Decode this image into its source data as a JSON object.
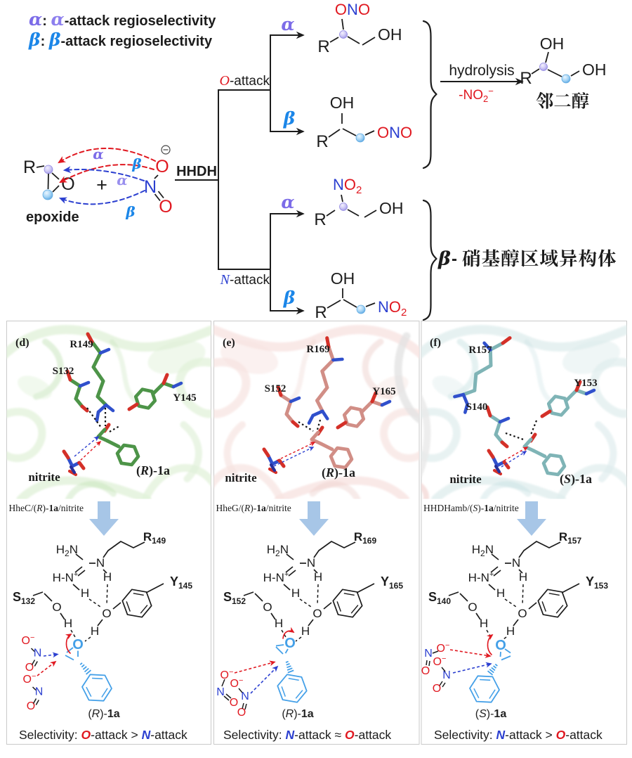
{
  "colors": {
    "red": "#e01820",
    "blue": "#2b3fd0",
    "sky": "#1b86e8",
    "purple": "#7c6ce8",
    "lavender": "#998fee",
    "black": "#1c1c1c",
    "epoxide_blue": "#44a0e8",
    "down_arrow": "#a7c6e7",
    "panel_green": "#4d9448",
    "panel_salmon": "#d18e86",
    "panel_teal": "#7fb4b6"
  },
  "legend": {
    "alpha_sym": "α",
    "alpha_colon": ": ",
    "alpha_sym2": "α",
    "alpha_text": "-attack regioselectivity",
    "beta_sym": "β",
    "beta_colon": ": ",
    "beta_sym2": "β",
    "beta_text": "-attack regioselectivity"
  },
  "scheme": {
    "substrate": {
      "R": "R",
      "O": "O",
      "label": "epoxide",
      "plus": "+"
    },
    "nitrite_ion": {
      "O1": "O",
      "N": "N",
      "O2": "O",
      "minus": "−"
    },
    "attack_arrows": {
      "alpha_red": "α",
      "beta_red": "β",
      "alpha_blue": "α",
      "beta_blue": "β"
    },
    "enzyme": "HHDH",
    "o_attack": {
      "sym": "O",
      "text": "-attack"
    },
    "n_attack": {
      "sym": "N",
      "text": "-attack"
    },
    "branches": {
      "o_alpha": "α",
      "o_beta": "β",
      "n_alpha": "α",
      "n_beta": "β"
    },
    "p1": {
      "O1": "O",
      "N": "N",
      "O2": "O",
      "R": "R",
      "OH": "OH"
    },
    "p2": {
      "OH": "OH",
      "R": "R",
      "O1": "O",
      "N": "N",
      "O2": "O"
    },
    "p3": {
      "N": "N",
      "O": "O",
      "sub": "2",
      "R": "R",
      "OH": "OH"
    },
    "p4": {
      "OH": "OH",
      "R": "R",
      "N": "N",
      "O": "O",
      "sub": "2"
    },
    "hydrolysis": {
      "label": "hydrolysis",
      "minus_no2_a": "-NO",
      "minus_no2_sub": "2",
      "minus_no2_sup": "−"
    },
    "diol": {
      "R": "R",
      "OH1": "OH",
      "OH2": "OH",
      "name": "邻二醇"
    },
    "nitro_label": {
      "beta": "β",
      "dash": "-",
      "name": "硝基醇区域异构体"
    }
  },
  "atoms": {
    "O": "O",
    "N": "N",
    "H": "H",
    "Ominus_O": "O",
    "Ominus_sup": "−"
  },
  "panels": [
    {
      "tag": "(d)",
      "arg": "R149",
      "ser": "S132",
      "tyr": "Y145",
      "nitrite": "nitrite",
      "ligand": {
        "open": "(",
        "stereo": "R",
        "close": ")-",
        "name": "1a"
      },
      "caption": {
        "pre": "HheC/(",
        "stereo": "R",
        "mid": ")-",
        "comp": "1a",
        "post": "/nitrite"
      },
      "mech": {
        "arg_l": "R",
        "arg_n": "149",
        "ser_l": "S",
        "ser_n": "132",
        "tyr_l": "Y",
        "tyr_n": "145",
        "h2n_h": "H",
        "h2n_sub": "2",
        "h2n_n": "N",
        "n": "N",
        "h": "H",
        "hn_a": "H-N",
        "hn_sup": "+",
        "o": "O",
        "oe": "O"
      },
      "mech_ligand": {
        "open": "(",
        "stereo": "R",
        "close": ")-",
        "name": "1a"
      },
      "selectivity": {
        "label": "Selectivity: ",
        "s1": "O",
        "t1": "-attack",
        "cmp": " > ",
        "s2": "N",
        "t2": "-attack",
        "s1_color": "#e01820",
        "s2_color": "#2b3fd0"
      }
    },
    {
      "tag": "(e)",
      "arg": "R169",
      "ser": "S152",
      "tyr": "Y165",
      "nitrite": "nitrite",
      "ligand": {
        "open": "(",
        "stereo": "R",
        "close": ")-",
        "name": "1a"
      },
      "caption": {
        "pre": "HheG/(",
        "stereo": "R",
        "mid": ")-",
        "comp": "1a",
        "post": "/nitrite"
      },
      "mech": {
        "arg_l": "R",
        "arg_n": "169",
        "ser_l": "S",
        "ser_n": "152",
        "tyr_l": "Y",
        "tyr_n": "165",
        "h2n_h": "H",
        "h2n_sub": "2",
        "h2n_n": "N",
        "n": "N",
        "h": "H",
        "hn_a": "H-N",
        "hn_sup": "+",
        "o": "O",
        "oe": "O"
      },
      "mech_ligand": {
        "open": "(",
        "stereo": "R",
        "close": ")-",
        "name": "1a"
      },
      "selectivity": {
        "label": "Selectivity:  ",
        "s1": "N",
        "t1": "-attack",
        "cmp": " ≈ ",
        "s2": "O",
        "t2": "-attack",
        "s1_color": "#2b3fd0",
        "s2_color": "#e01820"
      }
    },
    {
      "tag": "(f)",
      "arg": "R157",
      "ser": "S140",
      "tyr": "Y153",
      "nitrite": "nitrite",
      "ligand": {
        "open": "(",
        "stereo": "S",
        "close": ")-",
        "name": "1a"
      },
      "caption": {
        "pre": "HHDHamb/(",
        "stereo": "S",
        "mid": ")-",
        "comp": "1a",
        "post": "/nitrite"
      },
      "mech": {
        "arg_l": "R",
        "arg_n": "157",
        "ser_l": "S",
        "ser_n": "140",
        "tyr_l": "Y",
        "tyr_n": "153",
        "h2n_h": "H",
        "h2n_sub": "2",
        "h2n_n": "N",
        "n": "N",
        "h": "H",
        "hn_a": "H-N",
        "hn_sup": "+",
        "o": "O",
        "oe": "O"
      },
      "mech_ligand": {
        "open": "(",
        "stereo": "S",
        "close": ")-",
        "name": "1a"
      },
      "selectivity": {
        "label": "Selectivity:  ",
        "s1": "N",
        "t1": "-attack",
        "cmp": " > ",
        "s2": "O",
        "t2": "-attack",
        "s1_color": "#2b3fd0",
        "s2_color": "#e01820"
      }
    }
  ]
}
